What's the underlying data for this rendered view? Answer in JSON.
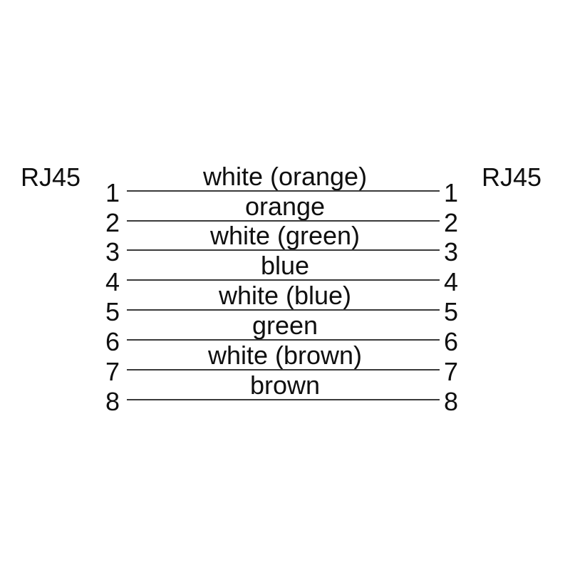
{
  "diagram": {
    "left_connector": {
      "label": "RJ45"
    },
    "right_connector": {
      "label": "RJ45"
    },
    "wires": [
      {
        "pin_left": "1",
        "label": "white (orange)",
        "pin_right": "1"
      },
      {
        "pin_left": "2",
        "label": "orange",
        "pin_right": "2"
      },
      {
        "pin_left": "3",
        "label": "white (green)",
        "pin_right": "3"
      },
      {
        "pin_left": "4",
        "label": "blue",
        "pin_right": "4"
      },
      {
        "pin_left": "5",
        "label": "white (blue)",
        "pin_right": "5"
      },
      {
        "pin_left": "6",
        "label": "green",
        "pin_right": "6"
      },
      {
        "pin_left": "7",
        "label": "white (brown)",
        "pin_right": "7"
      },
      {
        "pin_left": "8",
        "label": "brown",
        "pin_right": "8"
      }
    ]
  },
  "colors": {
    "background": "#ffffff",
    "text": "#0f0f0f",
    "wire_line": "#3a3a3a"
  }
}
